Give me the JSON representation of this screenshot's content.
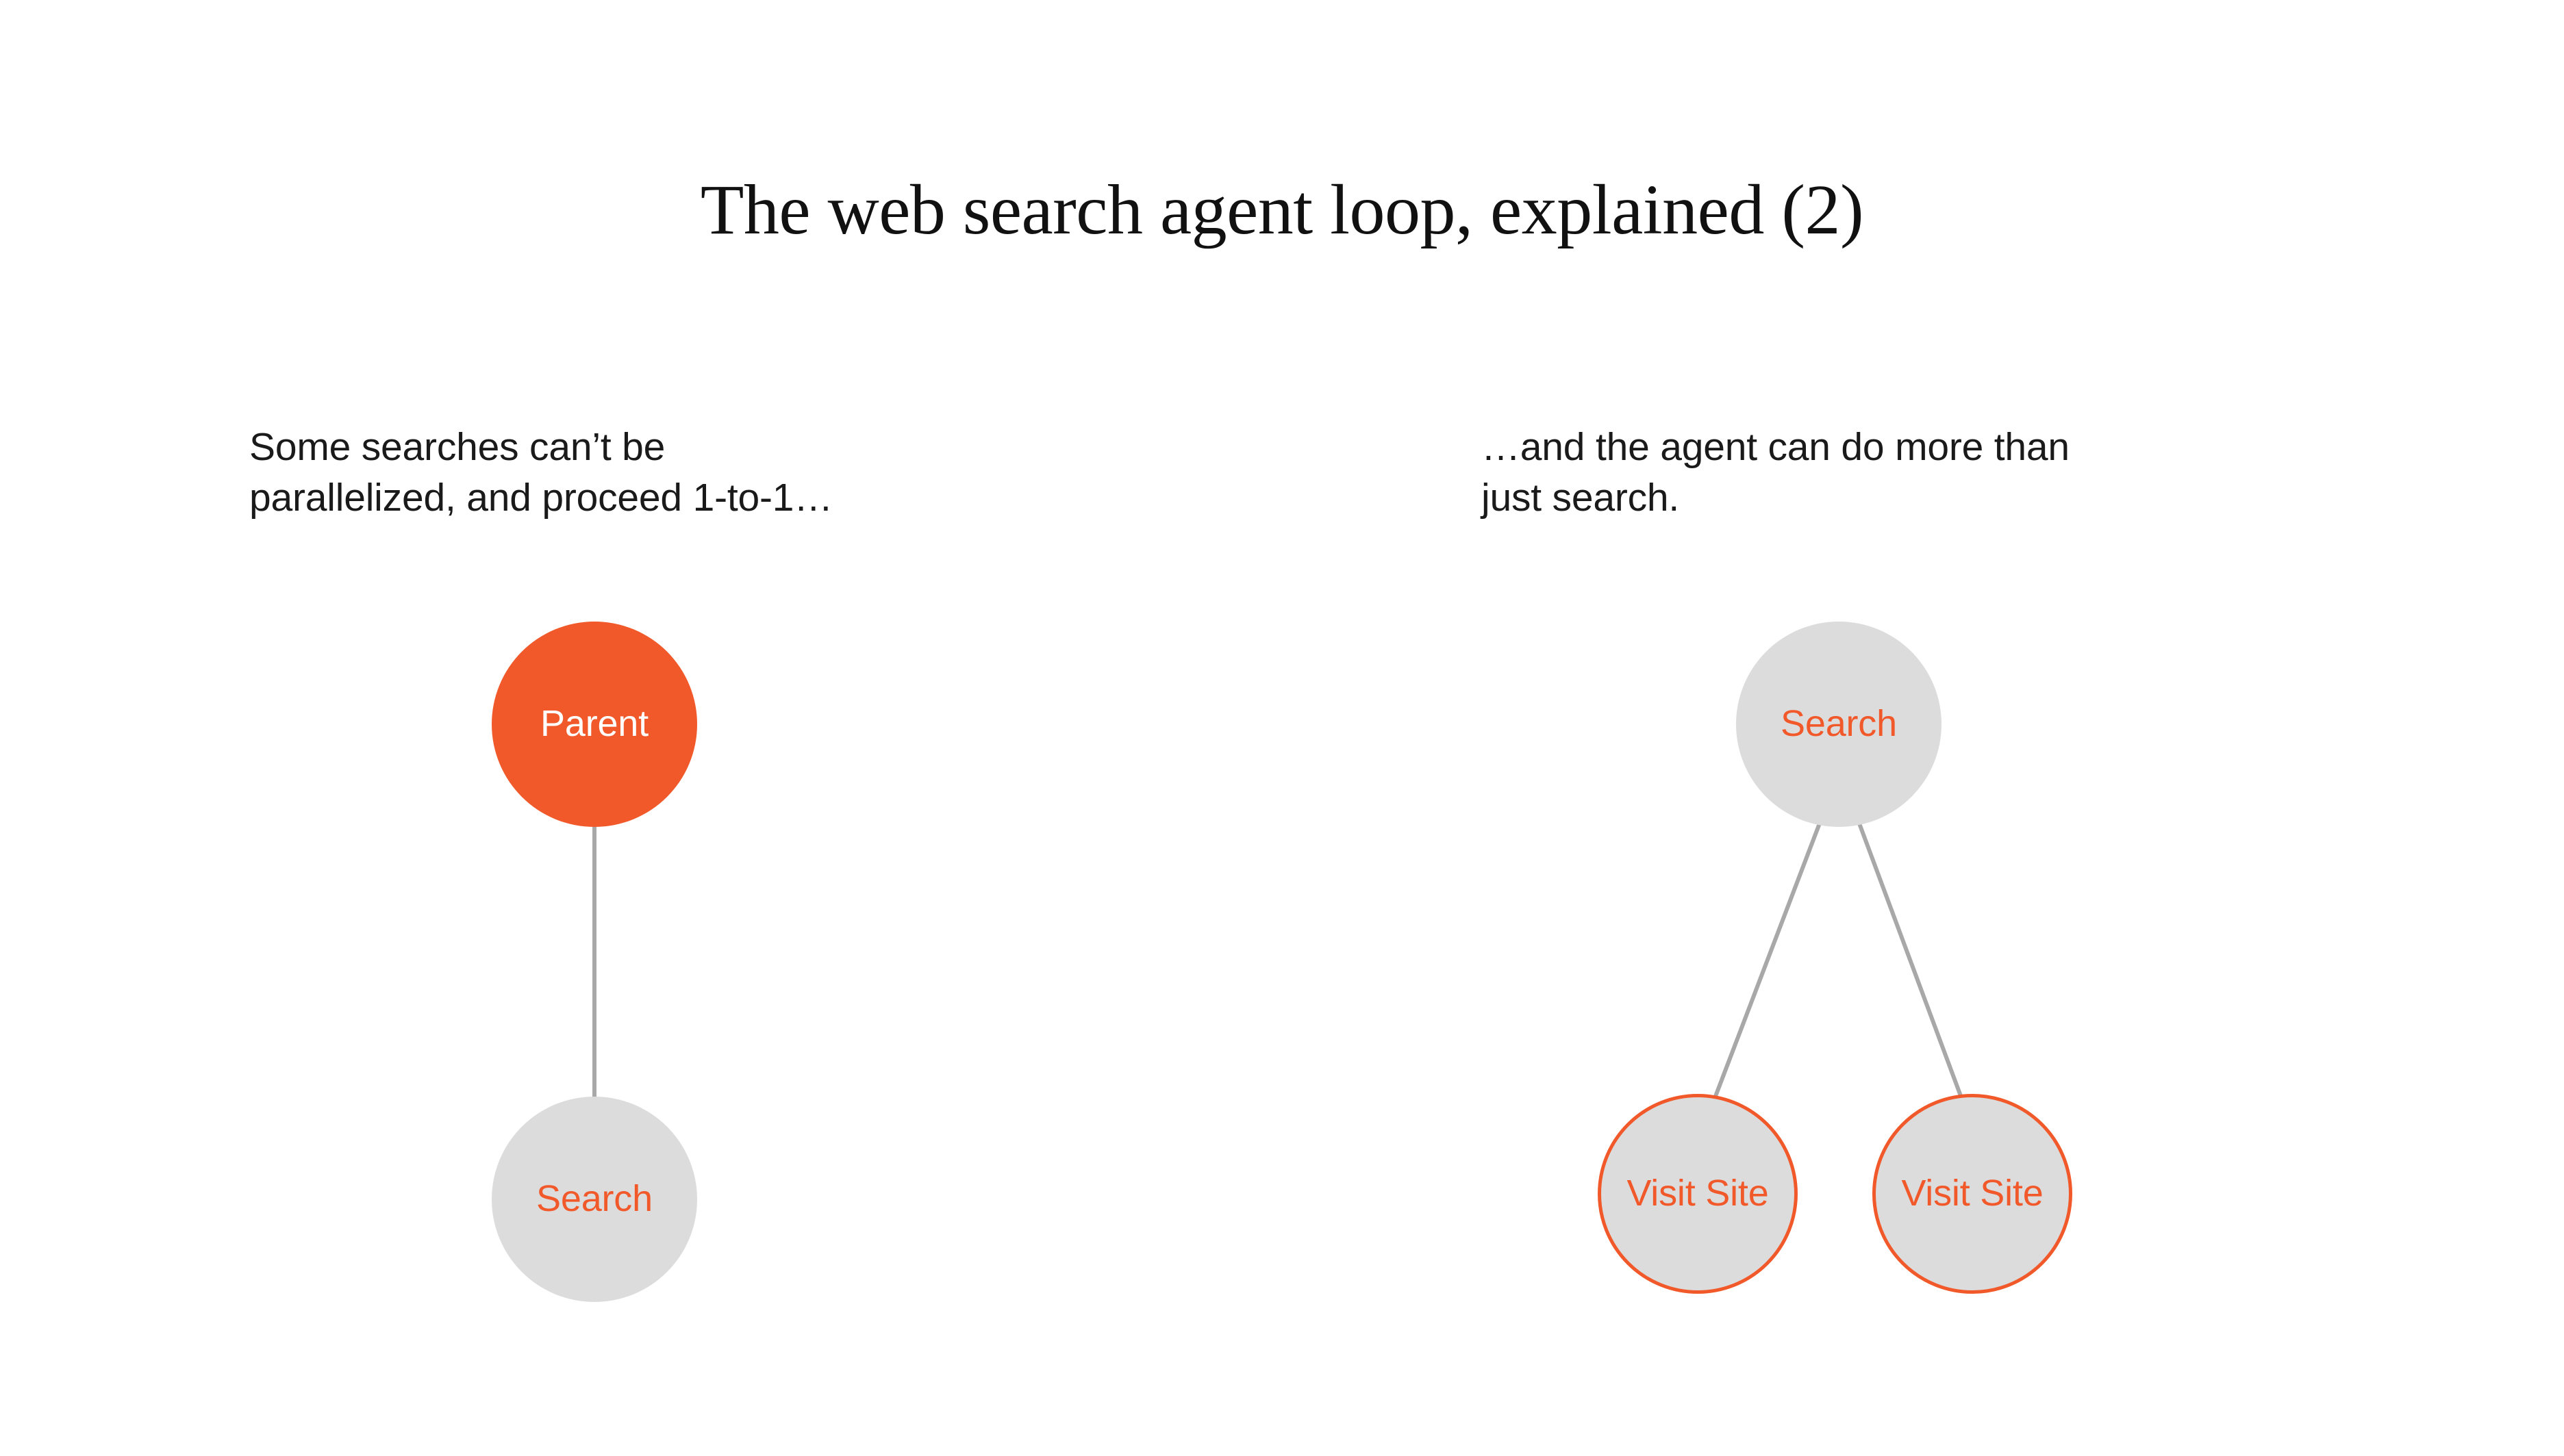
{
  "slide": {
    "title": "The web search agent loop, explained (2)",
    "background_color": "#FFFFFF"
  },
  "palette": {
    "accent_orange": "#F1592A",
    "node_gray": "#DCDCDC",
    "edge_gray": "#A8A8A8",
    "text_black": "#1A1A1A",
    "title_black": "#111111",
    "on_accent_text": "#FFFFFF"
  },
  "panels": {
    "left": {
      "caption_line1": "Some searches can’t be",
      "caption_line2": "parallelized, and proceed 1-to-1…",
      "nodes": {
        "parent": {
          "label": "Parent",
          "style": "filled",
          "fill": "#F1592A",
          "text_color": "#FFFFFF"
        },
        "search": {
          "label": "Search",
          "style": "muted",
          "fill": "#DCDCDC",
          "text_color": "#F1592A"
        }
      },
      "edges": [
        {
          "from": "parent",
          "to": "search",
          "color": "#A8A8A8"
        }
      ]
    },
    "right": {
      "caption_line1": "…and the agent can do more than",
      "caption_line2": "just search.",
      "nodes": {
        "search": {
          "label": "Search",
          "style": "muted",
          "fill": "#DCDCDC",
          "text_color": "#F1592A"
        },
        "visit_a": {
          "label": "Visit Site",
          "style": "outlined",
          "fill": "#DCDCDC",
          "text_color": "#F1592A",
          "border_color": "#F1592A"
        },
        "visit_b": {
          "label": "Visit Site",
          "style": "outlined",
          "fill": "#DCDCDC",
          "text_color": "#F1592A",
          "border_color": "#F1592A"
        }
      },
      "edges": [
        {
          "from": "search",
          "to": "visit_a",
          "color": "#A8A8A8"
        },
        {
          "from": "search",
          "to": "visit_b",
          "color": "#A8A8A8"
        }
      ]
    }
  }
}
